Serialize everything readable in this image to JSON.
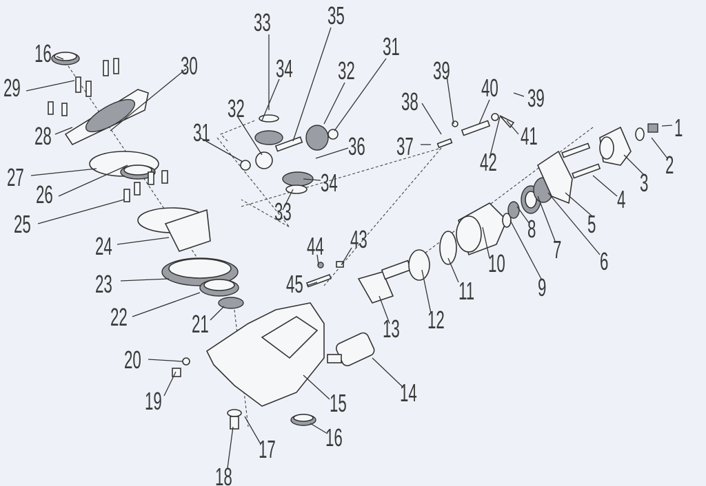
{
  "labels": [
    "16",
    "29",
    "30",
    "28",
    "27",
    "26",
    "25",
    "24",
    "23",
    "22",
    "21",
    "20",
    "19",
    "18",
    "17",
    "16",
    "15",
    "14",
    "13",
    "12",
    "11",
    "10",
    "9",
    "8",
    "7",
    "6",
    "5",
    "4",
    "3",
    "2",
    "1",
    "33",
    "34",
    "35",
    "32",
    "31",
    "32",
    "31",
    "36",
    "34",
    "33",
    "39",
    "40",
    "38",
    "37",
    "42",
    "39",
    "41",
    "44",
    "43",
    "45"
  ]
}
